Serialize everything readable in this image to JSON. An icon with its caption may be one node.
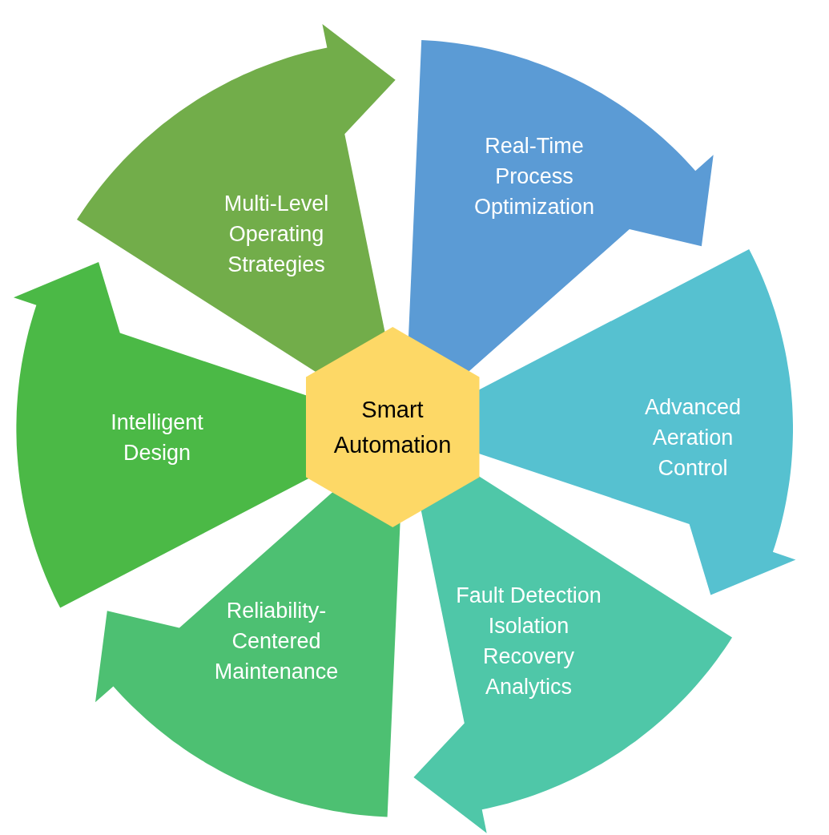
{
  "diagram": {
    "nodes": [
      {
        "text": [
          "Multi-Level Operating Strategies"
        ]
      },
      {
        "text": [
          "Real-Time Process Optimization"
        ]
      },
      {
        "text": [
          "Advanced Aeration Control"
        ]
      },
      {
        "text": [
          "Fault Detection Isolation Recovery Analytics"
        ]
      },
      {
        "text": [
          "Reliability-Centered Maintenance"
        ]
      },
      {
        "text": [
          "Intelligent Design"
        ]
      },
      {
        "text": [
          "Smart Automation"
        ]
      }
    ]
  }
}
